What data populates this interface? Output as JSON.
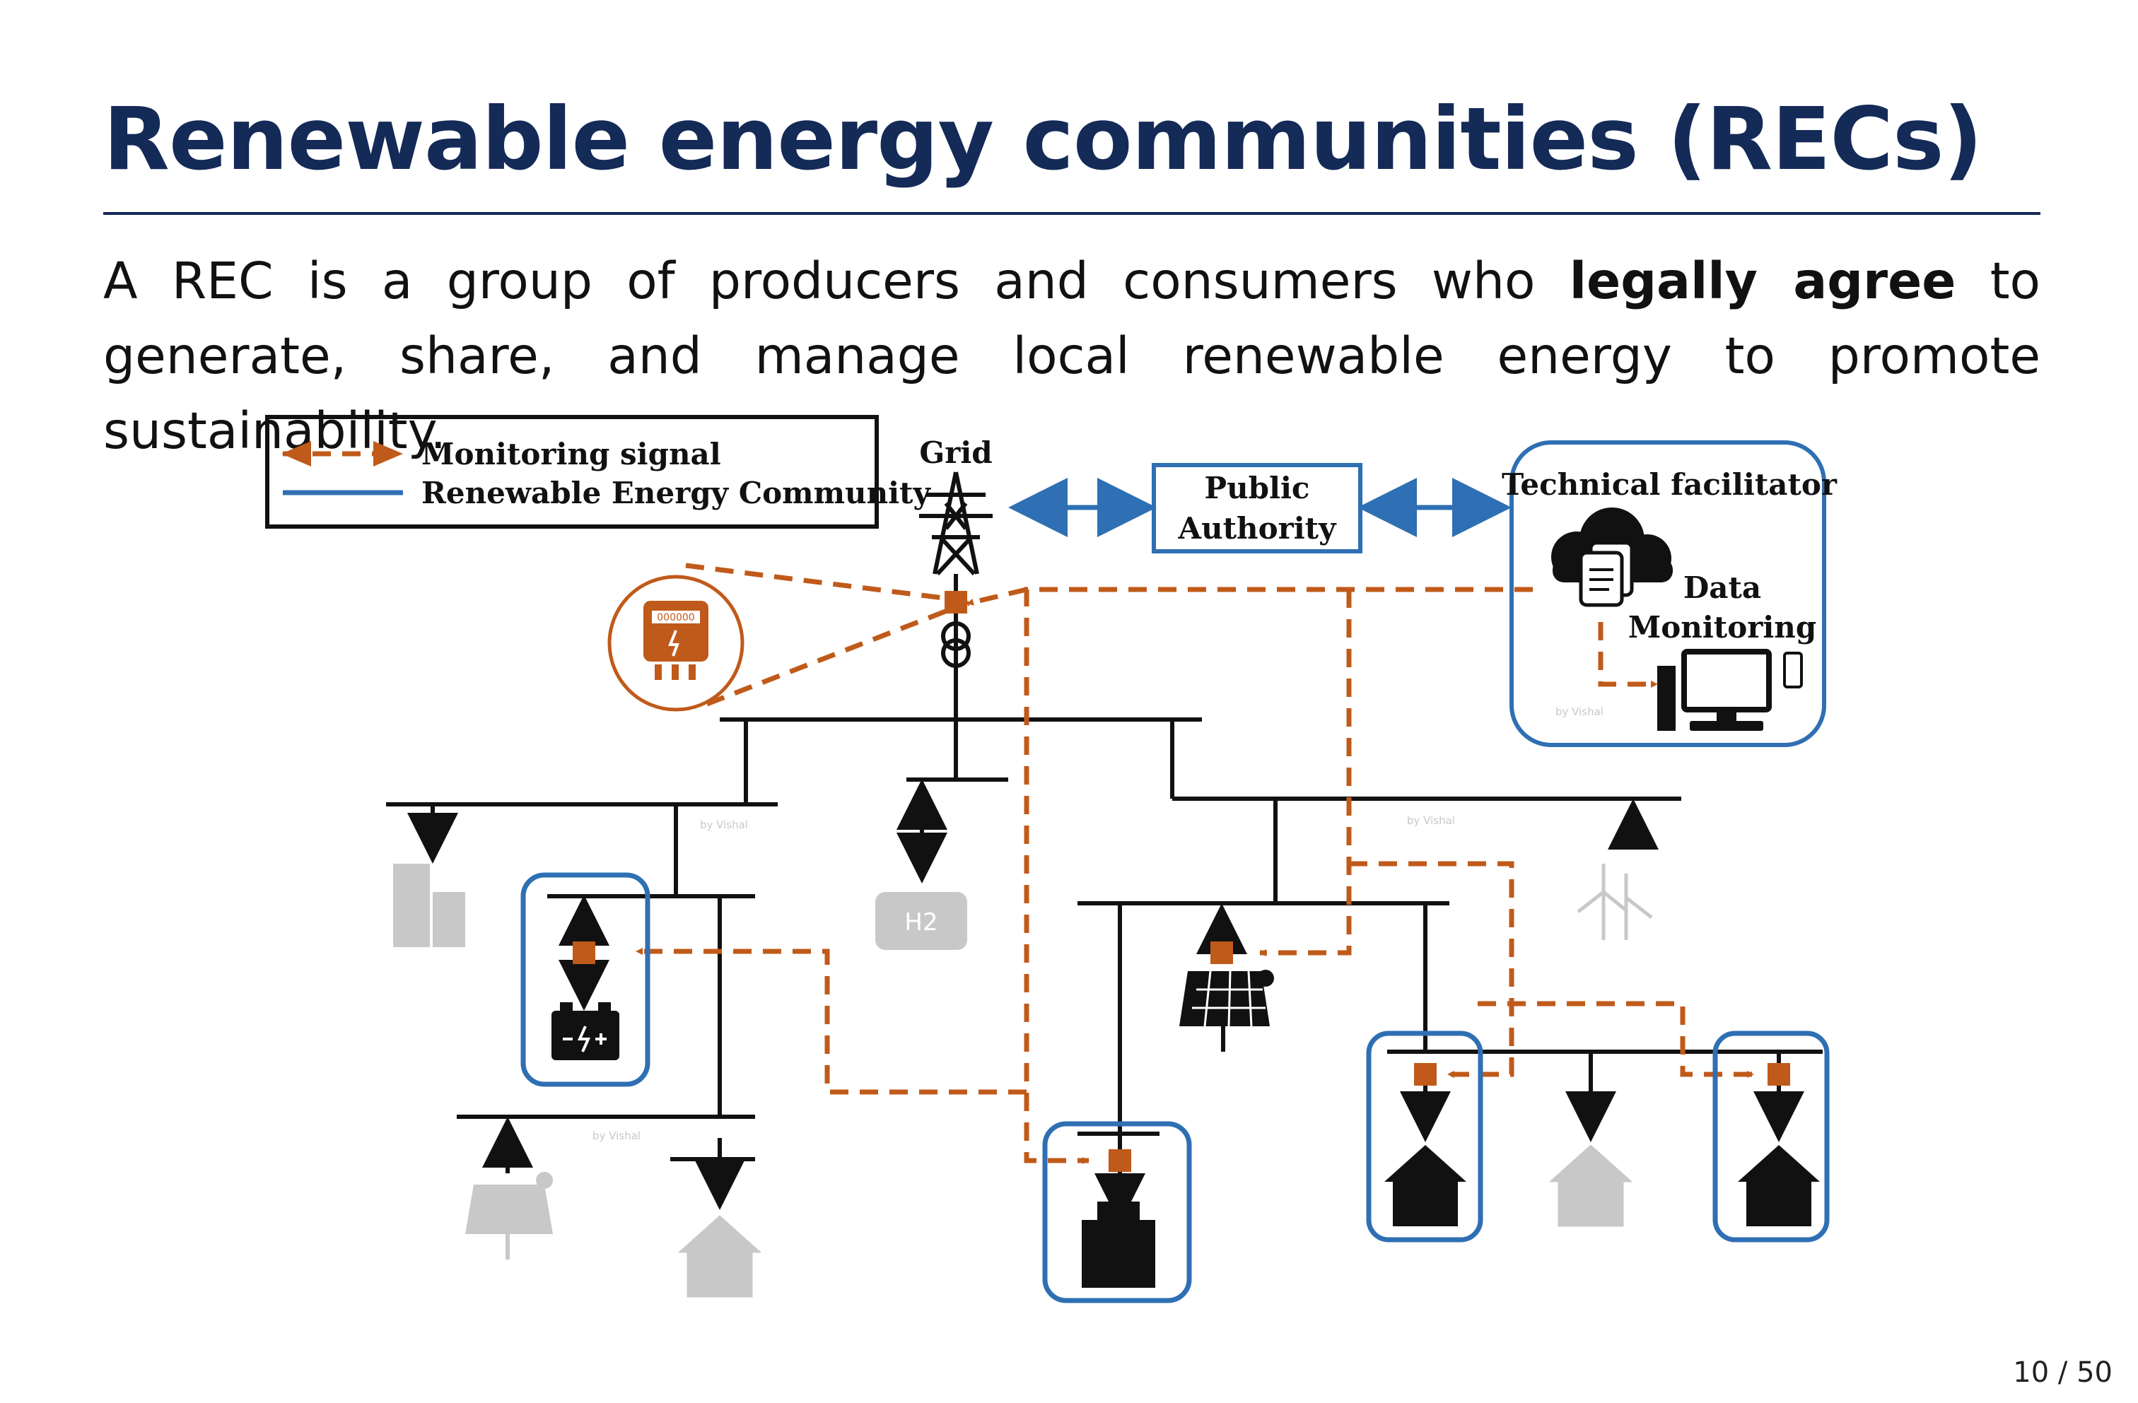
{
  "slide": {
    "title": "Renewable energy communities (RECs)",
    "intro_before": "A REC is a group of producers and consumers who ",
    "intro_bold": "legally agree",
    "intro_after": " to generate, share, and manage local renewable energy to promote sustainability.",
    "page_current": "10",
    "page_sep": " / ",
    "page_total": "50"
  },
  "legend": {
    "monitoring": "Monitoring signal",
    "community": "Renewable Energy Community"
  },
  "labels": {
    "grid": "Grid",
    "public_authority_1": "Public",
    "public_authority_2": "Authority",
    "tech_facilitator": "Technical facilitator",
    "data_1": "Data",
    "data_2": "Monitoring",
    "watermark": "by Vishal",
    "meter_digits": "000000",
    "h2": "H2"
  },
  "colors": {
    "title": "#142a57",
    "monitoring": "#c05a1a",
    "community": "#2f6fb3",
    "line": "#111111",
    "faded": "#c8c8c8"
  },
  "icons": [
    "transmission-tower-icon",
    "transformer-icon",
    "smart-meter-icon",
    "cloud-icon",
    "documents-icon",
    "desktop-computer-icon",
    "phone-icon",
    "office-building-icon",
    "battery-icon",
    "hydrogen-tank-icon",
    "solar-panel-icon",
    "wind-turbine-icon",
    "house-icon",
    "apartment-building-icon"
  ]
}
